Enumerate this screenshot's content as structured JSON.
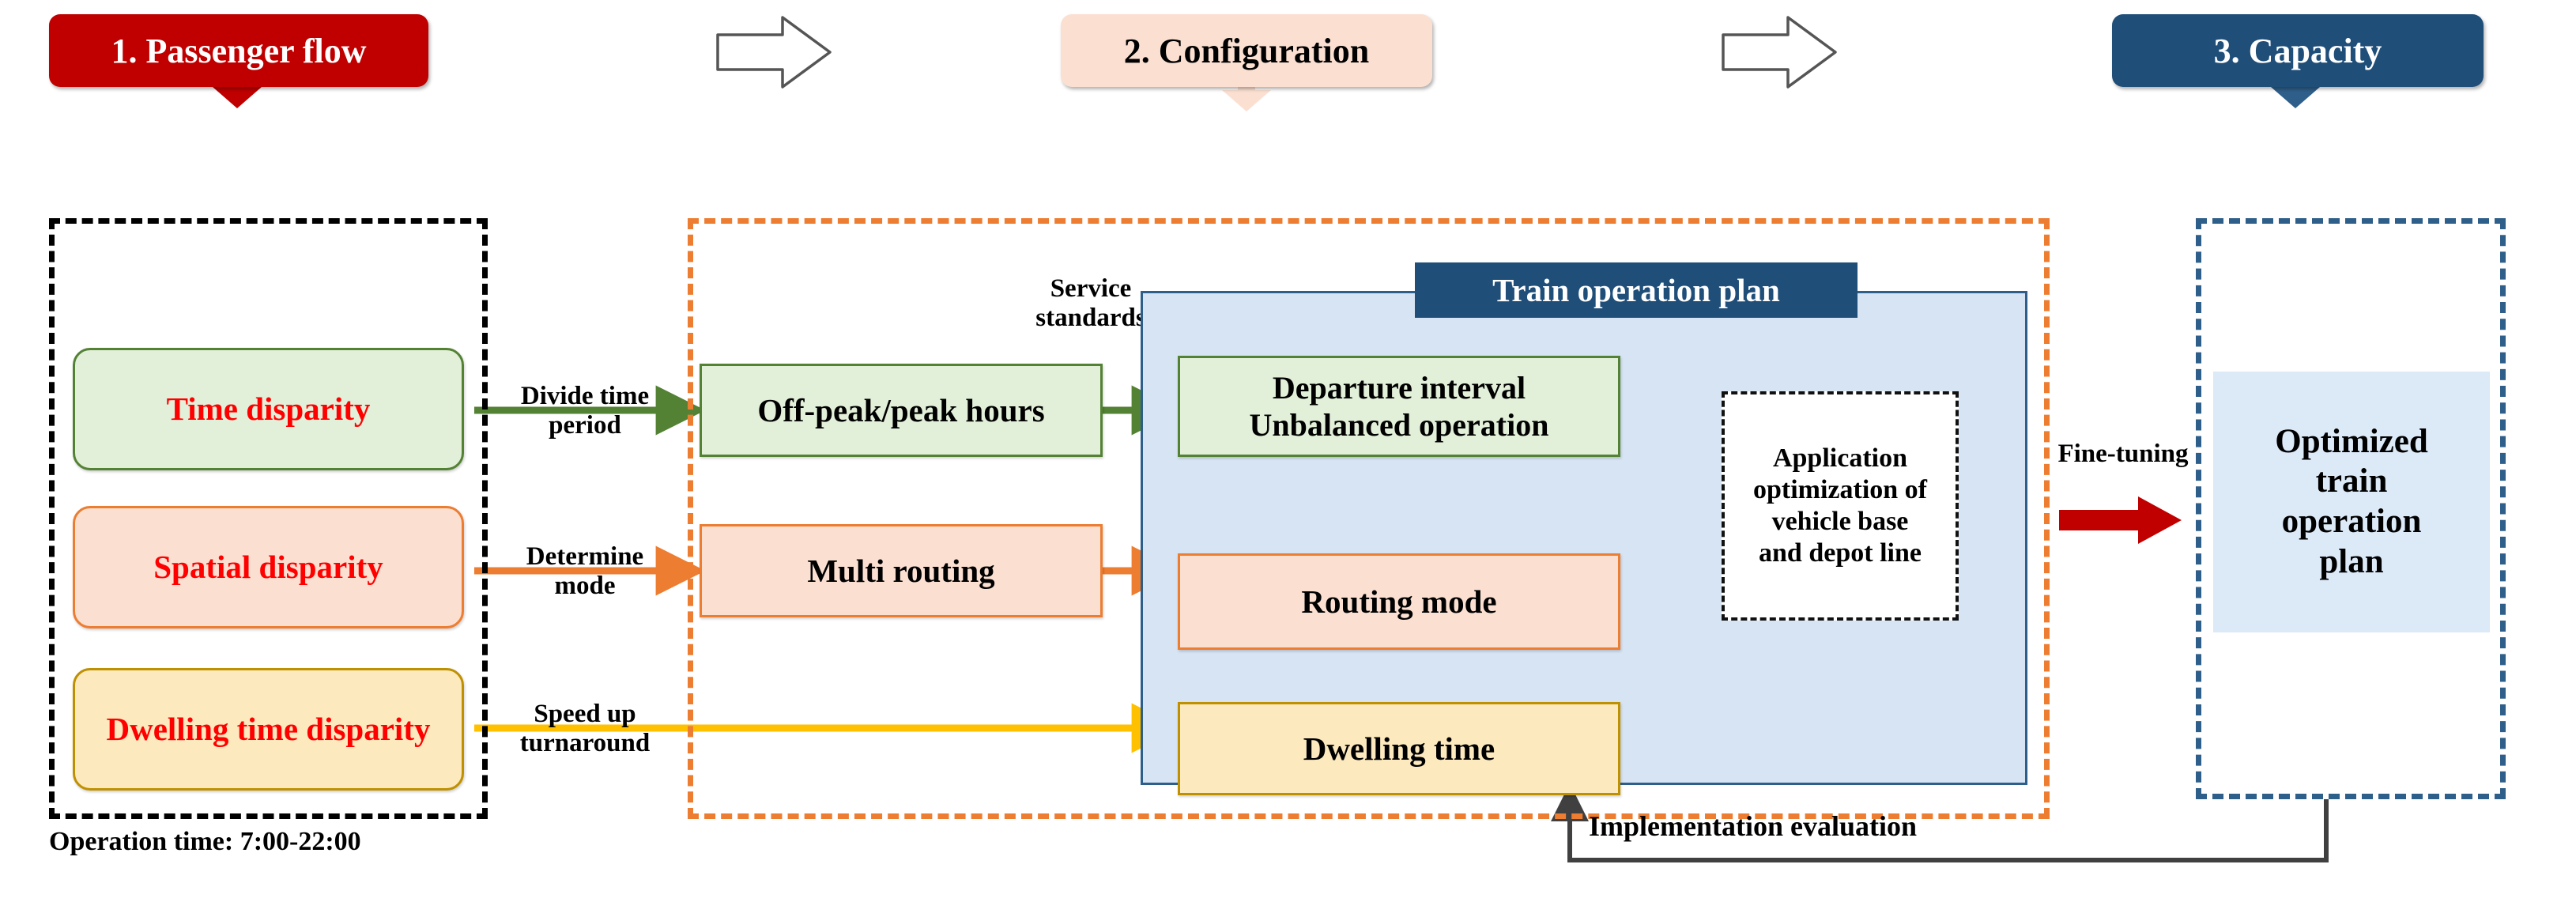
{
  "stages": [
    {
      "id": "passenger-flow",
      "label": "1. Passenger flow",
      "color": "#C00000"
    },
    {
      "id": "configuration",
      "label": "2. Configuration",
      "color": "#FBE0D2"
    },
    {
      "id": "capacity",
      "label": "3. Capacity",
      "color": "#1F4E79"
    }
  ],
  "stage_connectors": [
    {
      "name": "chevron-right-icon-1"
    },
    {
      "name": "chevron-right-icon-2"
    }
  ],
  "passenger_flow": {
    "cards": [
      {
        "id": "time-disparity",
        "label": "Time disparity",
        "fill": "#E2EFD9",
        "stroke": "#548235",
        "text": "#FF0000"
      },
      {
        "id": "spatial-disparity",
        "label": "Spatial disparity",
        "fill": "#FBE0D2",
        "stroke": "#ED7D31",
        "text": "#FF0000"
      },
      {
        "id": "dwelling-disparity",
        "label": "Dwelling time disparity",
        "fill": "#FCE9BE",
        "stroke": "#BF9000",
        "text": "#FF0000"
      }
    ],
    "footnote": "Operation time: 7:00-22:00"
  },
  "edge_labels": {
    "divide_time_period": "Divide time period",
    "determine_mode": "Determine mode",
    "speed_up_turnaround": "Speed up turnaround",
    "service_standards": "Service standards",
    "fine_tuning": "Fine-tuning",
    "implementation_evaluation": "Implementation evaluation"
  },
  "configuration": {
    "left_boxes": [
      {
        "id": "off-peak-peak-hours",
        "label": "Off-peak/peak hours",
        "fill": "#E2EFD9",
        "stroke": "#548235"
      },
      {
        "id": "multi-routing",
        "label": "Multi routing",
        "fill": "#FBE0D2",
        "stroke": "#ED7D31"
      }
    ],
    "panel": {
      "title": "Train operation plan",
      "title_fill": "#1F4E79",
      "fill": "#D6E4F3",
      "stroke": "#2E5F8A",
      "boxes": [
        {
          "id": "departure-interval",
          "label": "Departure interval Unbalanced operation",
          "line1": "Departure interval",
          "line2": "Unbalanced operation",
          "fill": "#E2EFD9",
          "stroke": "#548235"
        },
        {
          "id": "routing-mode",
          "label": "Routing mode",
          "fill": "#FBE0D2",
          "stroke": "#ED7D31"
        },
        {
          "id": "dwelling-time",
          "label": "Dwelling time",
          "fill": "#FCE9BE",
          "stroke": "#BF9000"
        }
      ],
      "application_box": {
        "id": "application-optimization",
        "label": "Application optimization of vehicle base and depot line",
        "lines": [
          "Application",
          "optimization of",
          "vehicle base",
          "and depot line"
        ]
      }
    }
  },
  "capacity": {
    "result_box": {
      "id": "optimized-train-operation-plan",
      "label": "Optimized train operation plan",
      "lines": [
        "Optimized",
        "train",
        "operation",
        "plan"
      ],
      "fill": "#DCE9F7"
    }
  },
  "colors": {
    "red": "#C00000",
    "dark_red_arrow": "#C00000",
    "green": "#548235",
    "orange": "#ED7D31",
    "yellow": "#FFC000",
    "navy": "#1F4E79",
    "panel_blue": "#D6E4F3",
    "grey_connector": "#404040"
  }
}
